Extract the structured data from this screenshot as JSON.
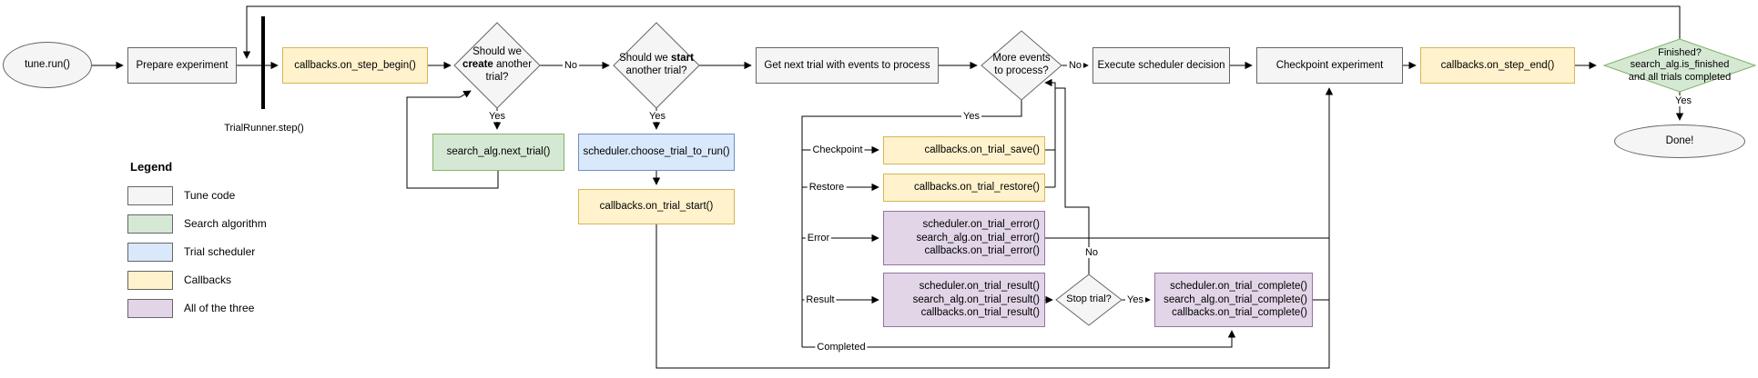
{
  "colors": {
    "tune_code_fill": "#F5F5F5",
    "tune_code_border": "#666666",
    "search_alg_fill": "#D5E8D4",
    "search_alg_border": "#82B366",
    "trial_scheduler_fill": "#DAE8FC",
    "trial_scheduler_border": "#6C8EBF",
    "callbacks_fill": "#FFF2CC",
    "callbacks_border": "#D6B656",
    "all_three_fill": "#E1D5E7",
    "all_three_border": "#9673A6",
    "line": "#000000"
  },
  "legend": {
    "title": "Legend",
    "items": [
      {
        "label": "Tune code",
        "color": "#F5F5F5"
      },
      {
        "label": "Search algorithm",
        "color": "#D5E8D4"
      },
      {
        "label": "Trial scheduler",
        "color": "#DAE8FC"
      },
      {
        "label": "Callbacks",
        "color": "#FFF2CC"
      },
      {
        "label": "All of the three",
        "color": "#E1D5E7"
      }
    ]
  },
  "nodes": {
    "tune_run": "tune.run()",
    "prepare_experiment": "Prepare experiment",
    "trialrunner_step": "TrialRunner.step()",
    "on_step_begin": "callbacks.on_step_begin()",
    "create_trial": {
      "pre": "Should we",
      "bold": "create",
      "post": "another trial?"
    },
    "start_trial": {
      "pre": "Should we",
      "bold": "start",
      "post": "another trial?"
    },
    "next_trial": "search_alg.next_trial()",
    "choose_trial": "scheduler.choose_trial_to_run()",
    "on_trial_start": "callbacks.on_trial_start()",
    "get_next_trial": "Get next trial with events to process",
    "more_events": "More events\nto process?",
    "execute_decision": "Execute scheduler decision",
    "checkpoint_experiment": "Checkpoint experiment",
    "on_step_end": "callbacks.on_step_end()",
    "finished": "Finished?\nsearch_alg.is_finished\nand all trials completed",
    "done": "Done!",
    "on_trial_save": "callbacks.on_trial_save()",
    "on_trial_restore": "callbacks.on_trial_restore()",
    "on_trial_error": "scheduler.on_trial_error()\nsearch_alg.on_trial_error()\ncallbacks.on_trial_error()",
    "on_trial_result": "scheduler.on_trial_result()\nsearch_alg.on_trial_result()\ncallbacks.on_trial_result()",
    "stop_trial": "Stop trial?",
    "on_trial_complete": "scheduler.on_trial_complete()\nsearch_alg.on_trial_complete()\ncallbacks.on_trial_complete()"
  },
  "edge_labels": {
    "no_create": "No",
    "yes_create": "Yes",
    "yes_start": "Yes",
    "no_more_events": "No",
    "yes_more_events": "Yes",
    "checkpoint": "Checkpoint",
    "restore": "Restore",
    "error": "Error",
    "result": "Result",
    "completed": "Completed",
    "no_stop": "No",
    "yes_stop": "Yes",
    "yes_finished": "Yes"
  }
}
